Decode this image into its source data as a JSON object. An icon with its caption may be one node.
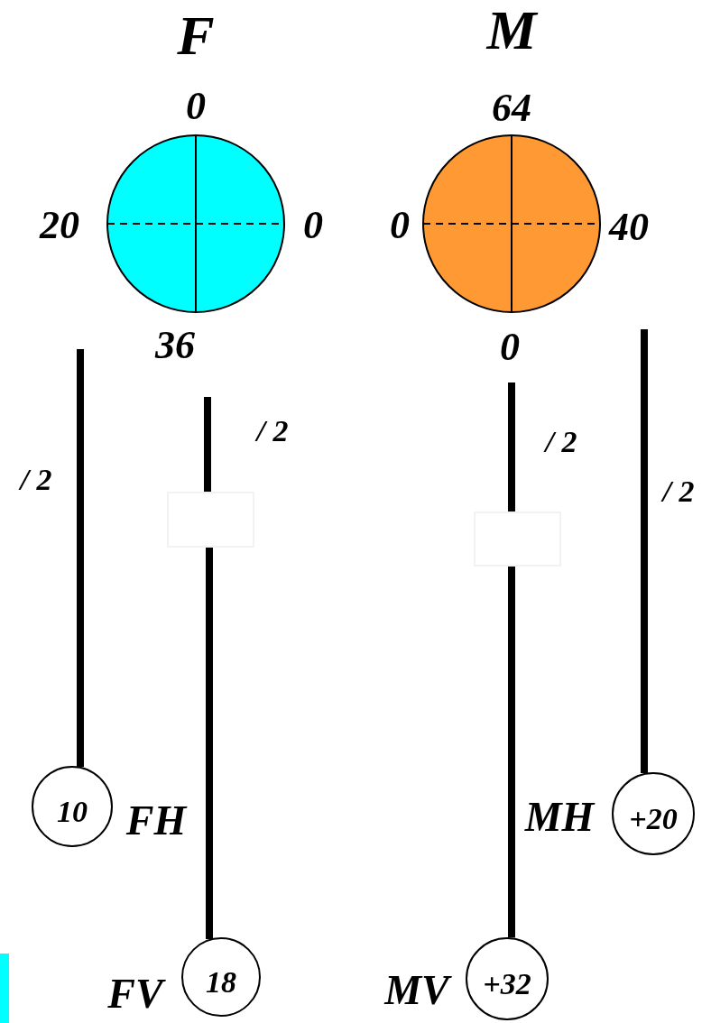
{
  "diagram": {
    "nodes": [
      {
        "text": [
          "F"
        ],
        "beside": [
          "0",
          "20",
          "0",
          "36"
        ]
      },
      {
        "text": [
          "M"
        ],
        "beside": [
          "64",
          "0",
          "40",
          "0"
        ]
      },
      {
        "text": [],
        "shape": "box"
      },
      {
        "text": [],
        "shape": "box"
      },
      {
        "text": [
          "10"
        ],
        "beside": [
          "FH"
        ]
      },
      {
        "text": [
          "+20"
        ],
        "beside": [
          "MH"
        ]
      },
      {
        "text": [
          "18"
        ],
        "beside": [
          "FV"
        ]
      },
      {
        "text": [
          "+32"
        ],
        "beside": [
          "MV"
        ]
      }
    ],
    "edges": [
      {
        "from": 0,
        "to": 4,
        "arrow": "none",
        "label": "/ 2"
      },
      {
        "from": null,
        "to": 2,
        "arrow": "none",
        "label": "/ 2"
      },
      {
        "from": 2,
        "to": 6,
        "arrow": "none"
      },
      {
        "from": null,
        "to": 3,
        "arrow": "none",
        "label": "/ 2"
      },
      {
        "from": 3,
        "to": 7,
        "arrow": "none"
      },
      {
        "from": 1,
        "to": 5,
        "arrow": "none",
        "label": "/ 2"
      }
    ]
  }
}
